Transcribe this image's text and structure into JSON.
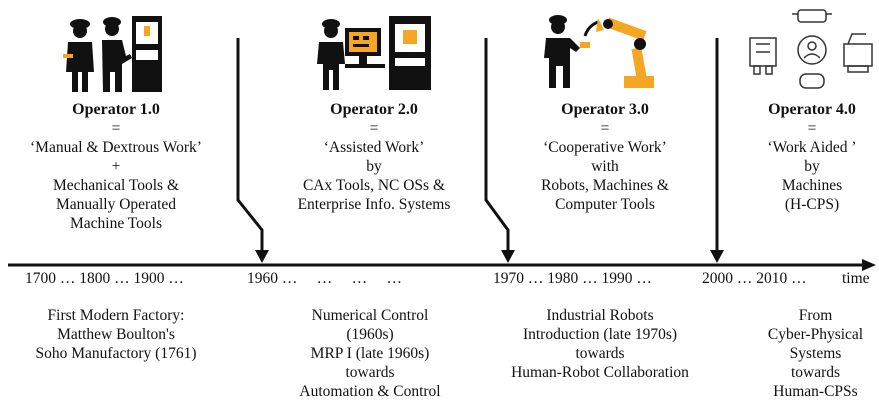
{
  "operators": [
    {
      "title": "Operator 1.0",
      "eq": "=",
      "lines": [
        "‘Manual & Dextrous Work’",
        "+",
        "Mechanical Tools &",
        "Manually Operated",
        "Machine Tools"
      ]
    },
    {
      "title": "Operator 2.0",
      "eq": "=",
      "lines": [
        "‘Assisted Work’",
        "by",
        "CAx Tools, NC OSs &",
        "Enterprise Info. Systems"
      ]
    },
    {
      "title": "Operator 3.0",
      "eq": "=",
      "lines": [
        "‘Cooperative Work’",
        "with",
        "Robots, Machines &",
        "Computer Tools"
      ]
    },
    {
      "title": "Operator 4.0",
      "eq": "=",
      "lines": [
        "‘Work Aided ’",
        "by",
        "Machines",
        "(H-CPS)"
      ]
    }
  ],
  "timeline": {
    "labels": [
      "1700 … 1800 … 1900 …",
      "1960 …     …     …     …",
      "1970 … 1980 … 1990 …",
      "2000 … 2010 …",
      "time"
    ]
  },
  "eras": [
    {
      "lines": [
        "First Modern Factory:",
        "Matthew Boulton's",
        "Soho Manufactory (1761)"
      ]
    },
    {
      "lines": [
        "Numerical Control",
        "(1960s)",
        "MRP I (late 1960s)",
        "towards",
        "Automation & Control"
      ]
    },
    {
      "lines": [
        "Industrial Robots",
        "Introduction (late 1970s)",
        "towards",
        "Human-Robot Collaboration"
      ]
    },
    {
      "lines": [
        "From",
        "Cyber-Physical",
        "Systems",
        "towards",
        "Human-CPSs"
      ]
    }
  ],
  "icons": [
    "operator-1-icon",
    "operator-2-icon",
    "operator-3-icon",
    "operator-4-icon"
  ],
  "colors": {
    "accent": "#f5a623",
    "line": "#111111"
  }
}
